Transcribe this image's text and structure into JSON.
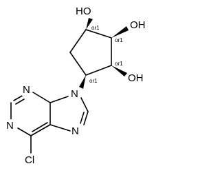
{
  "molecule": {
    "atoms": {
      "oh1": "HO",
      "oh2": "OH",
      "oh3": "OH",
      "n9": "N",
      "n1": "N",
      "n3": "N",
      "n7": "N",
      "cl": "Cl"
    },
    "stereo_labels": {
      "c1": "or1",
      "c2": "or1",
      "c3": "or1",
      "c4": "or1"
    },
    "colors": {
      "bond": "#000000",
      "text": "#000000",
      "background": "#ffffff"
    }
  }
}
